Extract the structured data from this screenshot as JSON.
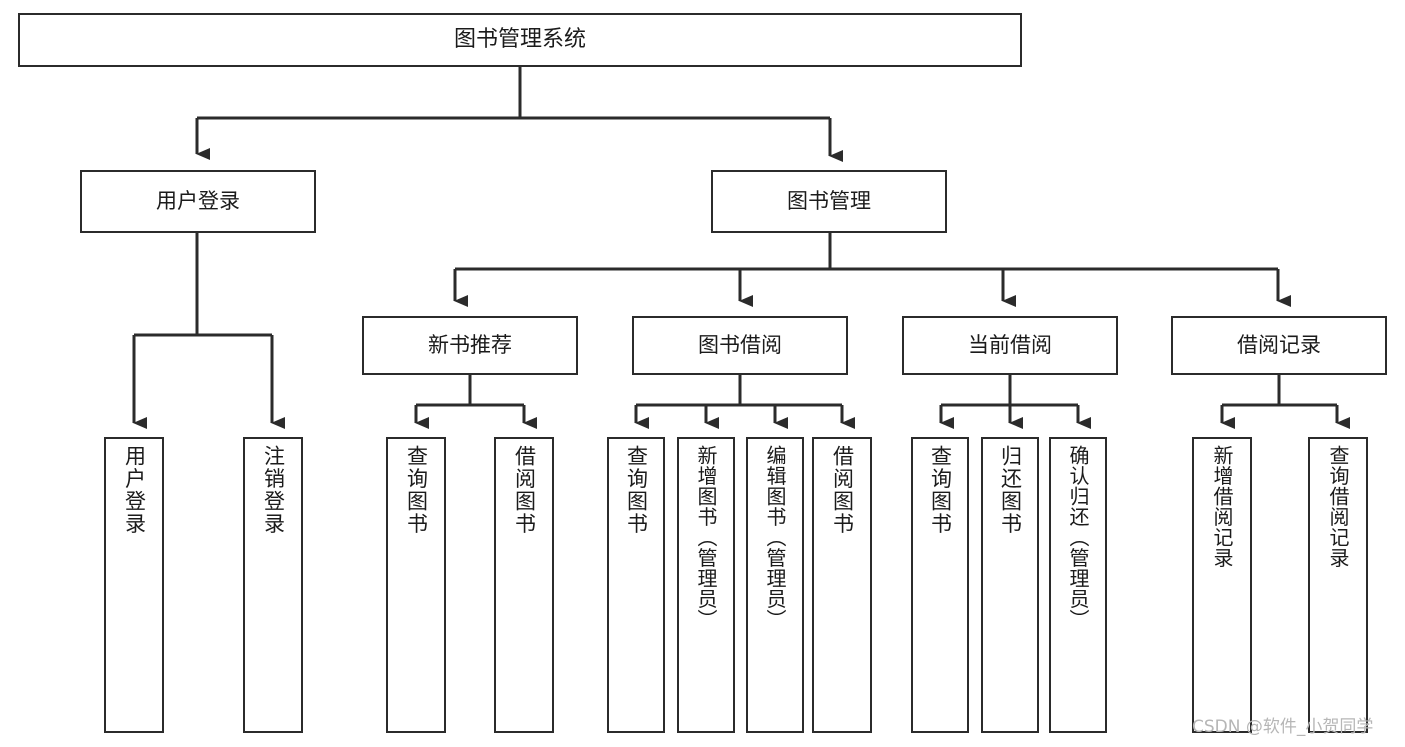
{
  "diagram": {
    "type": "tree",
    "title": "图书管理系统",
    "root": {
      "label": "图书管理系统"
    },
    "level2": [
      {
        "label": "用户登录"
      },
      {
        "label": "图书管理"
      }
    ],
    "level3": [
      {
        "label": "新书推荐"
      },
      {
        "label": "图书借阅"
      },
      {
        "label": "当前借阅"
      },
      {
        "label": "借阅记录"
      }
    ],
    "leaves": {
      "user_login": [
        {
          "label": "用户登录"
        },
        {
          "label": "注销登录"
        }
      ],
      "new_book_recommend": [
        {
          "label": "查询图书"
        },
        {
          "label": "借阅图书"
        }
      ],
      "book_borrow": [
        {
          "label": "查询图书"
        },
        {
          "label": "新增图书（管理员）"
        },
        {
          "label": "编辑图书（管理员）"
        },
        {
          "label": "借阅图书"
        }
      ],
      "current_borrow": [
        {
          "label": "查询图书"
        },
        {
          "label": "归还图书"
        },
        {
          "label": "确认归还（管理员）"
        }
      ],
      "borrow_record": [
        {
          "label": "新增借阅记录"
        },
        {
          "label": "查询借阅记录"
        }
      ]
    }
  },
  "watermark": {
    "text": "CSDN @软件_小贺同学"
  },
  "colors": {
    "stroke": "#2b2b2b",
    "fill": "#ffffff",
    "text": "#1b1b1b",
    "watermark": "#b6b6b6"
  }
}
